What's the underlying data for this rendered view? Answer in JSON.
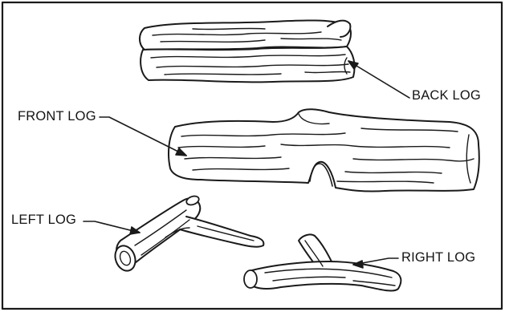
{
  "diagram": {
    "labels": {
      "back_log": "BACK LOG",
      "front_log": "FRONT LOG",
      "left_log": "LEFT LOG",
      "right_log": "RIGHT LOG"
    },
    "colors": {
      "ink": "#1a1a1a",
      "wood_fill": "#ffffff",
      "background": "#ffffff"
    }
  }
}
